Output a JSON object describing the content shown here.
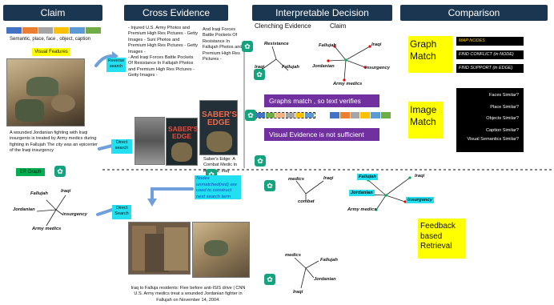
{
  "headers": {
    "claim": "Claim",
    "evidence": "Cross Evidence",
    "decision": "Interpretable Decision",
    "comparison": "Comparison"
  },
  "decision_sub": {
    "clenching": "Clenching Evidence",
    "claim": "Claim"
  },
  "claim": {
    "features_label": "Semantic, place, face , object, caption",
    "visual_features": "Visual Features",
    "caption": "A wounded Jordanian fighting with Iraqi insurgents is treated by Army medics during fighting in Fallujah The city was an epicenter of the Iraqi insurgency",
    "er_graph": "ER Graph"
  },
  "claim_graph": {
    "fallujah": "Fallujah",
    "iraqi": "Iraqi",
    "jordanian": "Jordanian",
    "insurgency": "insurgency",
    "army_medics": "Army medics"
  },
  "evidence": {
    "reverse_search": "Reverse search",
    "snippet_left": "- Injured U.S. Army Photos and Premium High Res Pictures - Getty Images - Suni Photos and Premium High Res Pictures - Getty Images -\n- And Iraqi Forces Battle Pockets Of Resistance In Fallujah Photos and Premium High Res Pictures - Getty Images -",
    "snippet_right": "And Iraqi Forces Battle Pockets Of Resistance In Fallujah Photos and Premium High Res Pictures -",
    "direct_search": "Direct search",
    "book_title": "SABER'S EDGE",
    "book_caption": "Saber's Edge: A Combat Medic in Ramadi, Iraq",
    "nodes_note": "Nodes unmatched(red) are used to construct next search term",
    "direct_search_2": "Direct Search",
    "bottom_caption": "Iraq to Falluja residents: Flee before anti-ISIS drive | CNN U.S. Army medics treat a wounded Jordanian fighter in Fallujah on November 14, 2004."
  },
  "decision": {
    "graph_matches": "Graphs match , so text verifies",
    "visual_insufficient": "Visual Evidence is not sufficient"
  },
  "ev_graph_top": {
    "resistance": "Resistance",
    "iraqi": "Iraqi",
    "fallujah": "Fallujah"
  },
  "claim_graph_top": {
    "fallujah": "Fallujah",
    "iraqi": "Iraqi",
    "jordanian": "Jordanian",
    "insurgency": "insurgency",
    "army_medics": "Army medics"
  },
  "ev_graph_mid": {
    "medics": "medics",
    "iraqi": "Iraqi",
    "combat": "combat"
  },
  "claim_graph_mid": {
    "fallujah": "Fallujah",
    "iraqi": "Iraqi",
    "jordanian": "Jordanian",
    "insurgency": "insurgency",
    "army_medics": "Army medics"
  },
  "ev_graph_bottom": {
    "medics": "medics",
    "fallujah": "Fallujah",
    "jordanian": "Jordanian",
    "iraqi": "Iraqi"
  },
  "comparison": {
    "graph_match": "Graph Match",
    "map_nodes": "MAP NODES",
    "find_conflict": "FIND CONFLICT (in NODE)",
    "find_support": "FIND SUPPORT (in EDGE)",
    "image_match": "Image Match",
    "similarity_items": [
      "Faces Similar?",
      "Place Similar?",
      "Objects Similar?",
      "Caption Similar?",
      "Visual Semantics Similar?"
    ],
    "feedback": "Feedback based Retrieval"
  },
  "colors": {
    "header": "#1b3650",
    "purple": "#7030a0",
    "yellow": "#ffff00",
    "cyan": "#22e0f0",
    "green": "#00b050",
    "arrow_blue": "#6fa0dc",
    "gpt": "#14a37f"
  }
}
